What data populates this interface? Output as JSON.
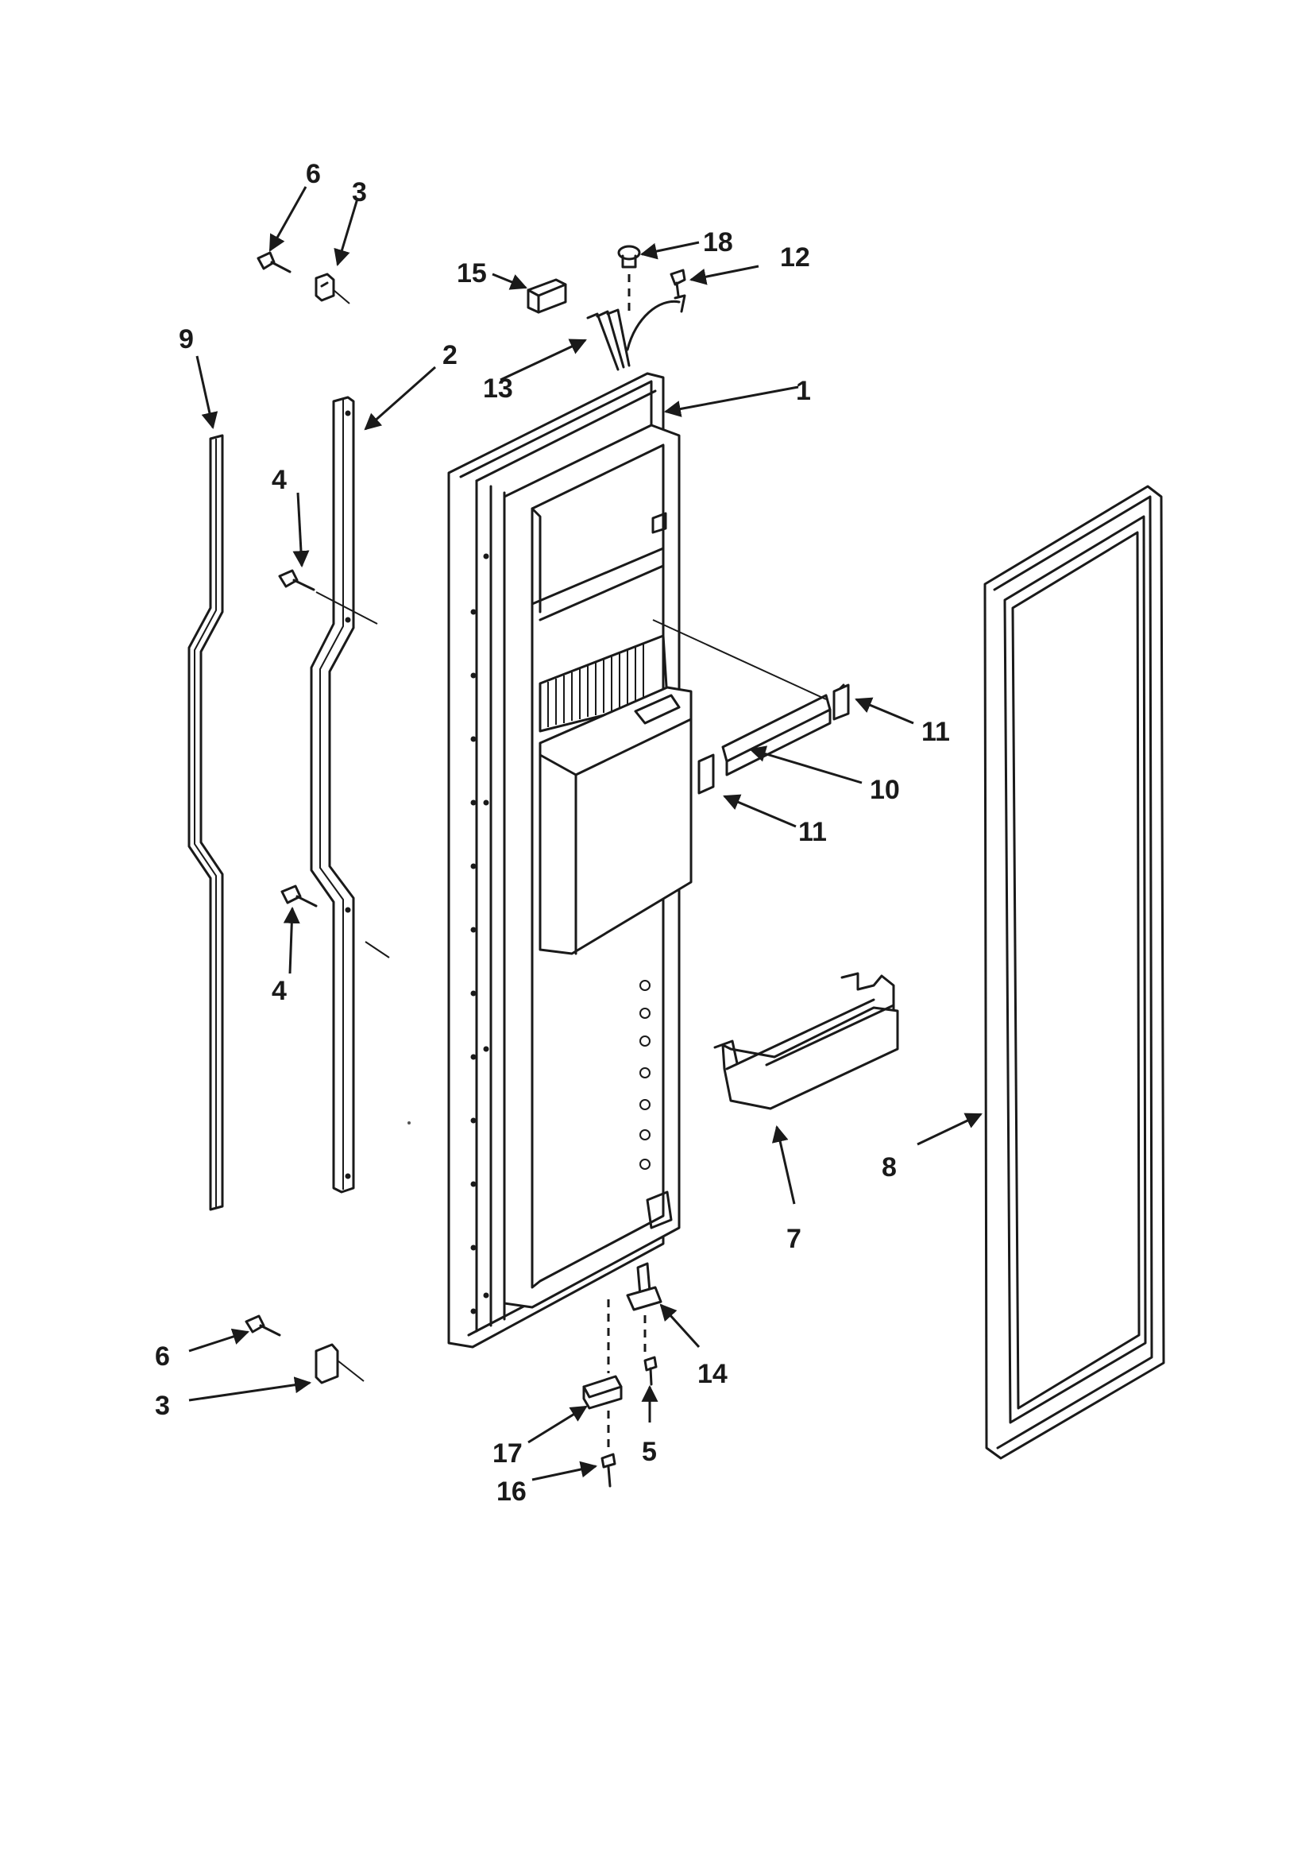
{
  "callouts": {
    "c1": "1",
    "c2": "2",
    "c3a": "3",
    "c3b": "3",
    "c4a": "4",
    "c4b": "4",
    "c5": "5",
    "c6a": "6",
    "c6b": "6",
    "c7": "7",
    "c8": "8",
    "c9": "9",
    "c10": "10",
    "c11a": "11",
    "c11b": "11",
    "c12": "12",
    "c13": "13",
    "c14": "14",
    "c15": "15",
    "c16": "16",
    "c17": "17",
    "c18": "18"
  }
}
